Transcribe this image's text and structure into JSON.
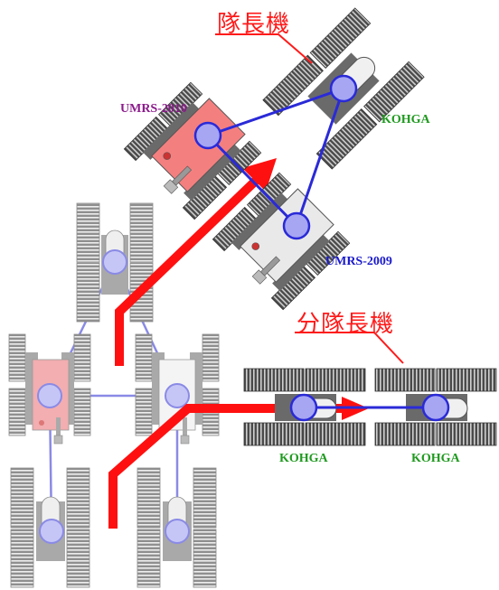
{
  "labels": {
    "leader": "隊長機",
    "subleader": "分隊長機",
    "umrs2010": "UMRS-2010",
    "umrs2009": "UMRS-2009",
    "kohga_top": "KOHGA",
    "kohga_left": "KOHGA",
    "kohga_right": "KOHGA"
  },
  "colors": {
    "red_text": "#ff1a1a",
    "purple_text": "#8b1a8b",
    "blue_text": "#1a1acc",
    "green_text": "#1f9a1f",
    "link_blue": "#2a2ad8",
    "faded_link": "#8a8ae6",
    "node_fill": "#a6a6f2",
    "arrow_red": "#ff1010",
    "robot_red": "#f47f7f",
    "track_dark": "#595959",
    "track_light": "#9a9a9a"
  }
}
